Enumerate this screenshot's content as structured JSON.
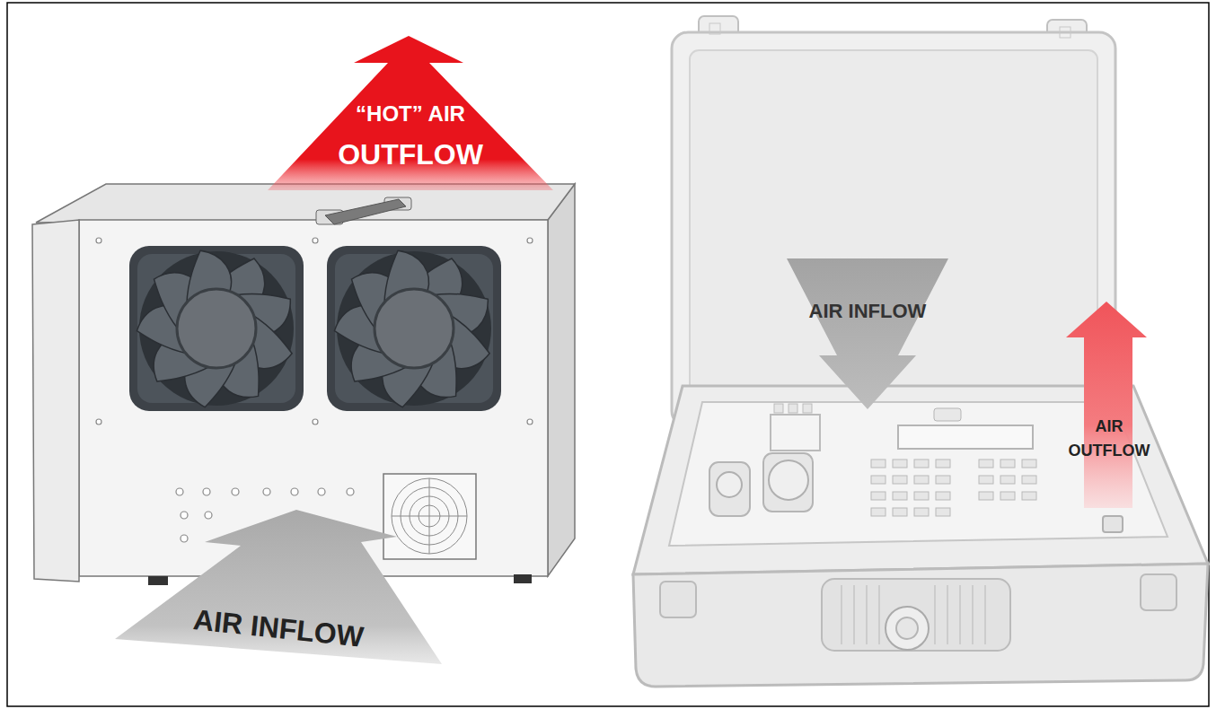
{
  "diagram": {
    "nodes": [
      {
        "text": [
          "“HOT” AIR OUTFLOW"
        ]
      },
      {
        "text": [
          "AIR INFLOW"
        ]
      },
      {
        "text": [
          "AIR INFLOW"
        ]
      },
      {
        "text": [
          "AIR OUTFLOW"
        ]
      }
    ]
  }
}
